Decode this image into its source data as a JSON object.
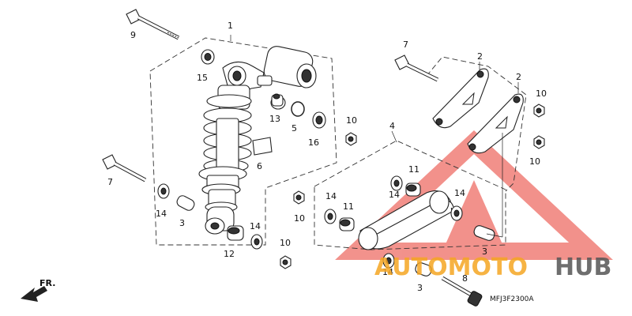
{
  "diagram": {
    "callouts": {
      "c1": "1",
      "c2a": "2",
      "c2b": "2",
      "c3a": "3",
      "c3b": "3",
      "c3c": "3",
      "c4": "4",
      "c5": "5",
      "c6": "6",
      "c7a": "7",
      "c7b": "7",
      "c8": "8",
      "c9": "9",
      "c10a": "10",
      "c10b": "10",
      "c10c": "10",
      "c10d": "10",
      "c10e": "10",
      "c11a": "11",
      "c11b": "11",
      "c12": "12",
      "c13": "13",
      "c14a": "14",
      "c14b": "14",
      "c14c": "14",
      "c14d": "14",
      "c14e": "14",
      "c14f": "14",
      "c15": "15",
      "c16": "16"
    },
    "direction_label": "FR.",
    "diagram_code": "MFJ3F2300A"
  },
  "watermark": {
    "brand_left": "AUTOMOTO",
    "brand_right": "HUB",
    "color_left": "#F5A623",
    "color_right": "#555555",
    "logo_color": "#E8392E"
  }
}
